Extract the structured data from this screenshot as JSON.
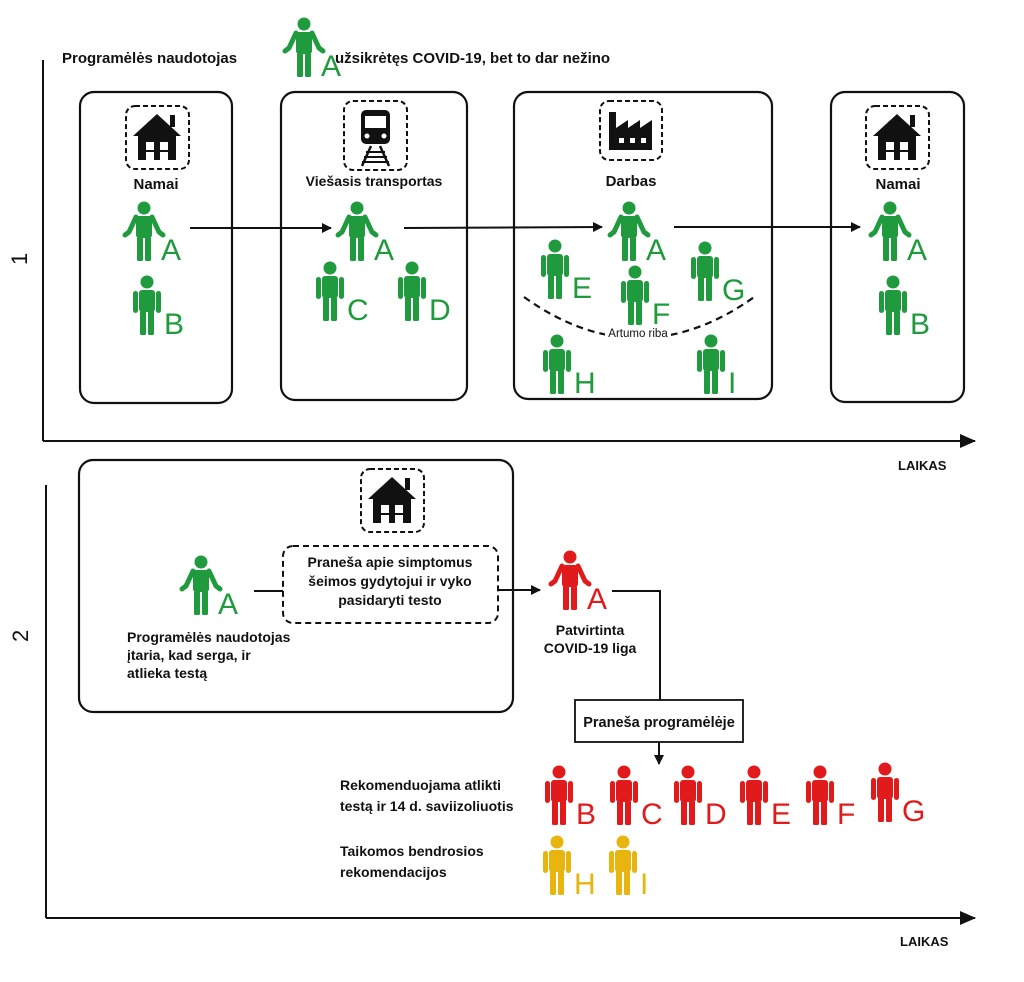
{
  "colors": {
    "green": "#1f9b3e",
    "red": "#e11b1b",
    "yellow": "#e8b40e",
    "black": "#111111"
  },
  "legend": {
    "prefix": "Programėlės naudotojas",
    "person": "A",
    "suffix": "užsikrėtęs COVID-19, bet to dar nežino"
  },
  "row1": {
    "number": "1",
    "axis_label": "LAIKAS",
    "stages": [
      {
        "title": "Namai",
        "icon": "house-icon"
      },
      {
        "title": "Viešasis transportas",
        "icon": "train-icon"
      },
      {
        "title": "Darbas",
        "icon": "factory-icon"
      },
      {
        "title": "Namai",
        "icon": "house-icon"
      }
    ],
    "people": {
      "home1": [
        "A",
        "B"
      ],
      "transport": [
        "A",
        "C",
        "D"
      ],
      "work": [
        "A",
        "E",
        "F",
        "G",
        "H",
        "I"
      ],
      "home2": [
        "A",
        "B"
      ]
    },
    "proximity_label": "Artumo riba"
  },
  "row2": {
    "number": "2",
    "axis_label": "LAIKAS",
    "icon": "house-icon",
    "user_label": [
      "Programėlės naudotojas",
      "įtaria, kad serga, ir",
      "atlieka testą"
    ],
    "report_box": [
      "Praneša apie simptomus",
      "šeimos gydytojui ir vyko",
      "pasidaryti testo"
    ],
    "confirmed_label": [
      "Patvirtinta",
      "COVID-19 liga"
    ],
    "app_report": "Praneša programėlėje",
    "recommend_label": [
      "Rekomenduojama atlikti",
      "testą ir 14 d. saviizoliuotis"
    ],
    "recommend_people": [
      "B",
      "C",
      "D",
      "E",
      "F",
      "G"
    ],
    "general_label": [
      "Taikomos bendrosios",
      "rekomendacijos"
    ],
    "general_people": [
      "H",
      "I"
    ],
    "person": "A"
  }
}
